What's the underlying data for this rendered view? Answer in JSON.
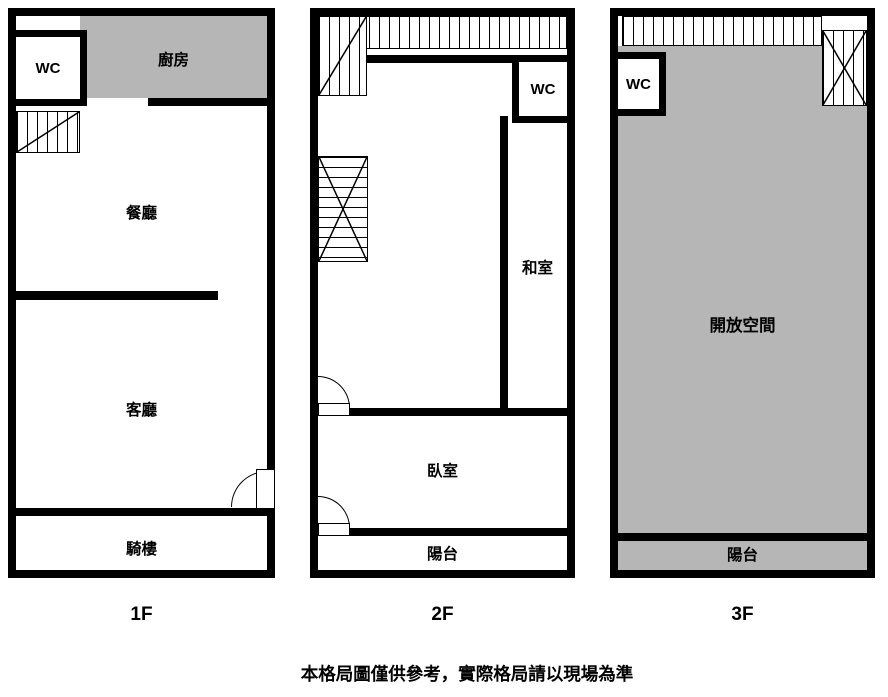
{
  "colors": {
    "wall": "#000000",
    "room_fill": "#b6b6b6",
    "background": "#ffffff"
  },
  "floors": [
    {
      "label": "1F",
      "rooms": {
        "wc": "WC",
        "kitchen": "廚房",
        "dining": "餐廳",
        "living": "客廳",
        "arcade": "騎樓"
      }
    },
    {
      "label": "2F",
      "rooms": {
        "wc": "WC",
        "tatami": "和室",
        "bedroom": "臥室",
        "balcony": "陽台"
      }
    },
    {
      "label": "3F",
      "rooms": {
        "wc": "WC",
        "open_space": "開放空間",
        "balcony": "陽台"
      }
    }
  ],
  "footer": {
    "disclaimer": "本格局圖僅供參考，實際格局請以現場為準"
  }
}
